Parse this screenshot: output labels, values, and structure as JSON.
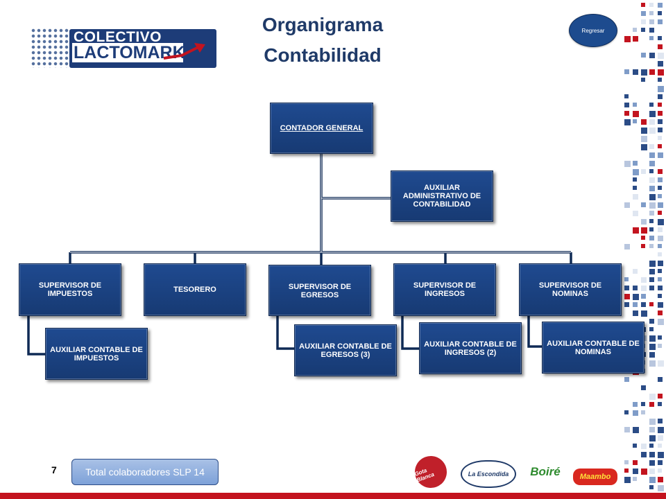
{
  "title": {
    "line1": "Organigrama",
    "line2": "Contabilidad"
  },
  "logo": {
    "line1": "COLECTIVO",
    "line2": "LACTOMARK"
  },
  "back_button": {
    "label": "Regresar"
  },
  "org": {
    "root": "CONTADOR GENERAL",
    "assistant": "AUXILIAR ADMINISTRATIVO DE CONTABILIDAD",
    "supervisors": [
      {
        "label": "SUPERVISOR DE IMPUESTOS",
        "child": "AUXILIAR CONTABLE DE IMPUESTOS"
      },
      {
        "label": "TESORERO",
        "child": ""
      },
      {
        "label": "SUPERVISOR DE EGRESOS",
        "child": "AUXILIAR CONTABLE DE EGRESOS (3)"
      },
      {
        "label": "SUPERVISOR DE INGRESOS",
        "child": "AUXILIAR CONTABLE DE INGRESOS (2)"
      },
      {
        "label": "SUPERVISOR DE NOMINAS",
        "child": "AUXILIAR CONTABLE DE NOMINAS"
      }
    ]
  },
  "footer": {
    "page_number": "7",
    "total_label": "Total  colaboradores SLP 14",
    "brands": [
      "Gota Blanca",
      "La Escondida",
      "Boiré",
      "Maambo"
    ]
  },
  "colors": {
    "node": "#1d4280",
    "title": "#1f3a68",
    "accent": "#c3141f"
  }
}
